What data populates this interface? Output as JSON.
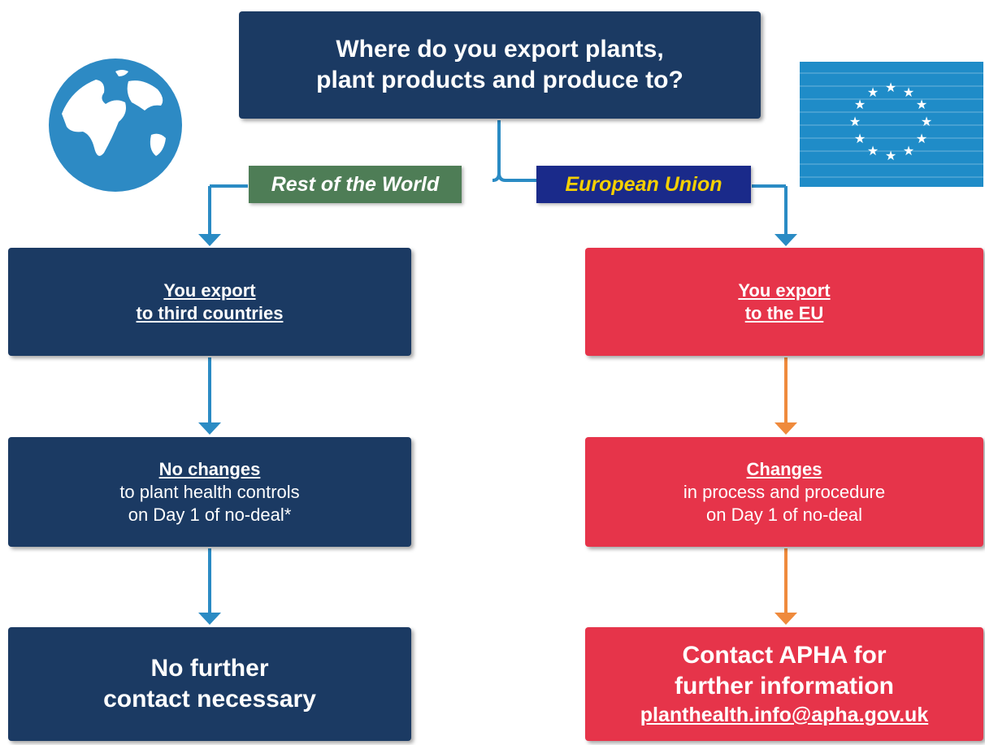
{
  "question": {
    "line1": "Where do you export plants,",
    "line2": "plant products and produce to?"
  },
  "branches": {
    "left_label": "Rest of the World",
    "right_label": "European Union"
  },
  "left": {
    "box1_line1": "You export",
    "box1_line2": "to third countries",
    "box2_heading": "No changes",
    "box2_line1": "to plant health controls",
    "box2_line2": "on Day 1 of no-deal*",
    "box3_line1": "No further",
    "box3_line2": "contact necessary"
  },
  "right": {
    "box1_line1": "You export",
    "box1_line2": "to the EU",
    "box2_heading": "Changes",
    "box2_line1": "in process and procedure",
    "box2_line2": "on Day 1 of no-deal",
    "box3_line1": "Contact APHA for",
    "box3_line2": "further information",
    "email": "planthealth.info@apha.gov.uk"
  },
  "icons": {
    "left": "globe-icon",
    "right": "eu-flag-icon"
  },
  "colors": {
    "navy": "#1b3a63",
    "red": "#e6344a",
    "green_tag": "#4e7d56",
    "blue_tag": "#1a2a8a",
    "eu_yellow": "#f5d000",
    "connector_blue": "#2a8bc4",
    "connector_orange": "#ef8a3c",
    "globe_blue": "#2d8ac4",
    "flag_blue": "#1f8cc8"
  }
}
